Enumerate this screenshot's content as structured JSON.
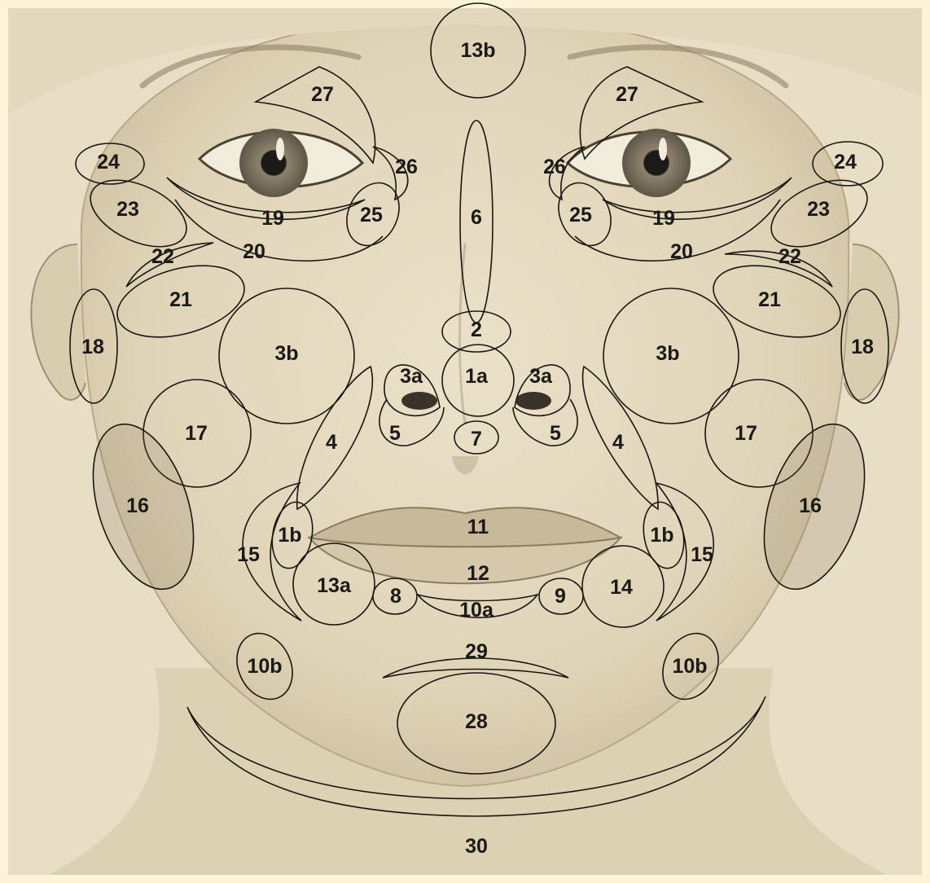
{
  "colors": {
    "frame": "#fdf3d8",
    "paper": "#e6dbc2",
    "skin_shadow": "#b9aa8c",
    "outline": "#1a1712"
  },
  "zones": [
    {
      "id": "13b",
      "label": "13b"
    },
    {
      "id": "27-left",
      "label": "27"
    },
    {
      "id": "27-right",
      "label": "27"
    },
    {
      "id": "24-left",
      "label": "24"
    },
    {
      "id": "24-right",
      "label": "24"
    },
    {
      "id": "26-left",
      "label": "26"
    },
    {
      "id": "26-right",
      "label": "26"
    },
    {
      "id": "6",
      "label": "6"
    },
    {
      "id": "23-left",
      "label": "23"
    },
    {
      "id": "23-right",
      "label": "23"
    },
    {
      "id": "25-left",
      "label": "25"
    },
    {
      "id": "25-right",
      "label": "25"
    },
    {
      "id": "19-left",
      "label": "19"
    },
    {
      "id": "19-right",
      "label": "19"
    },
    {
      "id": "20-left",
      "label": "20"
    },
    {
      "id": "20-right",
      "label": "20"
    },
    {
      "id": "22-left",
      "label": "22"
    },
    {
      "id": "22-right",
      "label": "22"
    },
    {
      "id": "21-left",
      "label": "21"
    },
    {
      "id": "21-right",
      "label": "21"
    },
    {
      "id": "18-left",
      "label": "18"
    },
    {
      "id": "18-right",
      "label": "18"
    },
    {
      "id": "3b-left",
      "label": "3b"
    },
    {
      "id": "3b-right",
      "label": "3b"
    },
    {
      "id": "2",
      "label": "2"
    },
    {
      "id": "1a",
      "label": "1a"
    },
    {
      "id": "3a-left",
      "label": "3a"
    },
    {
      "id": "3a-right",
      "label": "3a"
    },
    {
      "id": "5-left",
      "label": "5"
    },
    {
      "id": "5-right",
      "label": "5"
    },
    {
      "id": "7",
      "label": "7"
    },
    {
      "id": "17-left",
      "label": "17"
    },
    {
      "id": "17-right",
      "label": "17"
    },
    {
      "id": "4-left",
      "label": "4"
    },
    {
      "id": "4-right",
      "label": "4"
    },
    {
      "id": "16-left",
      "label": "16"
    },
    {
      "id": "16-right",
      "label": "16"
    },
    {
      "id": "11",
      "label": "11"
    },
    {
      "id": "1b-left",
      "label": "1b"
    },
    {
      "id": "1b-right",
      "label": "1b"
    },
    {
      "id": "15-left",
      "label": "15"
    },
    {
      "id": "15-right",
      "label": "15"
    },
    {
      "id": "12",
      "label": "12"
    },
    {
      "id": "13a",
      "label": "13a"
    },
    {
      "id": "14",
      "label": "14"
    },
    {
      "id": "8",
      "label": "8"
    },
    {
      "id": "9",
      "label": "9"
    },
    {
      "id": "10a",
      "label": "10a"
    },
    {
      "id": "29",
      "label": "29"
    },
    {
      "id": "10b-left",
      "label": "10b"
    },
    {
      "id": "10b-right",
      "label": "10b"
    },
    {
      "id": "28",
      "label": "28"
    },
    {
      "id": "30",
      "label": "30"
    }
  ]
}
